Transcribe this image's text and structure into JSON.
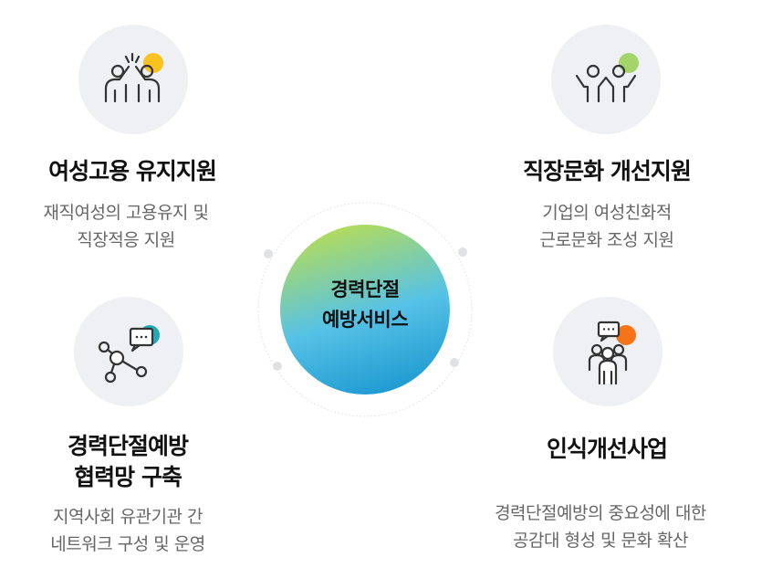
{
  "center": {
    "lines": [
      "경력단절",
      "예방서비스"
    ],
    "gradient": [
      "#b6dc57",
      "#56c2e6",
      "#1f9bd1"
    ]
  },
  "items": [
    {
      "key": "tl",
      "title_lines": [
        "여성고용 유지지원"
      ],
      "desc_lines": [
        "재직여성의 고용유지 및",
        "직장적응 지원"
      ],
      "icon": "high-five-icon",
      "accent": "#f8c21f"
    },
    {
      "key": "tr",
      "title_lines": [
        "직장문화  개선지원"
      ],
      "desc_lines": [
        "기업의 여성친화적",
        "근로문화 조성 지원"
      ],
      "icon": "cheering-people-icon",
      "accent": "#a3d56b"
    },
    {
      "key": "bl",
      "title_lines": [
        "경력단절예방",
        "협력망 구축"
      ],
      "desc_lines": [
        "지역사회 유관기관 간",
        "네트워크 구성 및 운영"
      ],
      "icon": "network-chat-icon",
      "accent": "#28a8b6"
    },
    {
      "key": "br",
      "title_lines": [
        "인식개선사업"
      ],
      "desc_lines": [
        "경력단절예방의  중요성에 대한",
        "공감대 형성 및 문화 확산"
      ],
      "icon": "group-discussion-icon",
      "accent": "#f57417"
    }
  ]
}
